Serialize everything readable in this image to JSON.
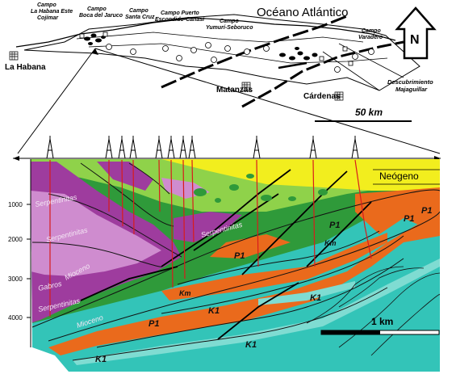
{
  "map": {
    "ocean": "Océano Atlántico",
    "cities": {
      "habana": "La Habana",
      "matanzas": "Matanzas",
      "cardenas": "Cárdenas"
    },
    "fields": {
      "habana_este": "Campo\nLa Habana Este\nCojímar",
      "boca_jaruco": "Campo\nBoca del Jaruco",
      "santa_cruz": "Campo\nSanta Cruz",
      "puerto_escondido": "Campo Puerto\nEscondido-Canasí",
      "yumuri": "Campo\nYumurí-Seboruco",
      "varadero": "Campo\nVaradero",
      "majaguillar": "Descubrimiento\nMajaguillar"
    },
    "scale_label": "50 km",
    "north_letter": "N"
  },
  "section": {
    "depth_ticks": [
      "1000",
      "2000",
      "3000",
      "4000"
    ],
    "neogeno": "Neógeno",
    "serpentinitas": "Serpentinitas",
    "gabros": "Gabros",
    "mioceno": "Mioceno",
    "p1": "P1",
    "km": "Km",
    "k1": "K1",
    "scale_label": "1 km"
  },
  "colors": {
    "neogeno": "#f2ee1e",
    "serpentinite": "#9e3c9e",
    "serpentinite_light": "#cf8ccf",
    "green_dark": "#2f9a3a",
    "green_light": "#8fd24a",
    "orange": "#ea6a1c",
    "cyan": "#33c4b8",
    "cyan_light": "#7fdcd2"
  }
}
